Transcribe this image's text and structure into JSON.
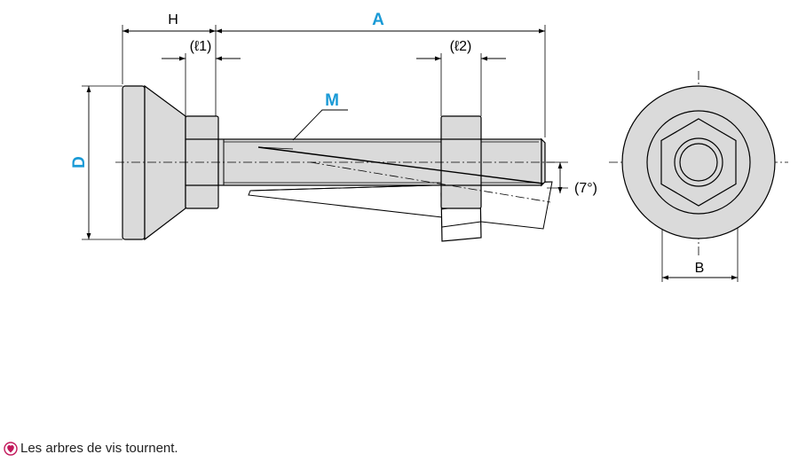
{
  "labels": {
    "h": "H",
    "a": "A",
    "l1": "(ℓ1)",
    "l2": "(ℓ2)",
    "m": "M",
    "d": "D",
    "angle": "(7°)",
    "b": "B"
  },
  "colors": {
    "accent": "#1a9ad6",
    "part_fill": "#dadada",
    "line": "#000000"
  },
  "note": {
    "icon": "tip-marker-icon",
    "text": "Les arbres de vis tournent."
  }
}
